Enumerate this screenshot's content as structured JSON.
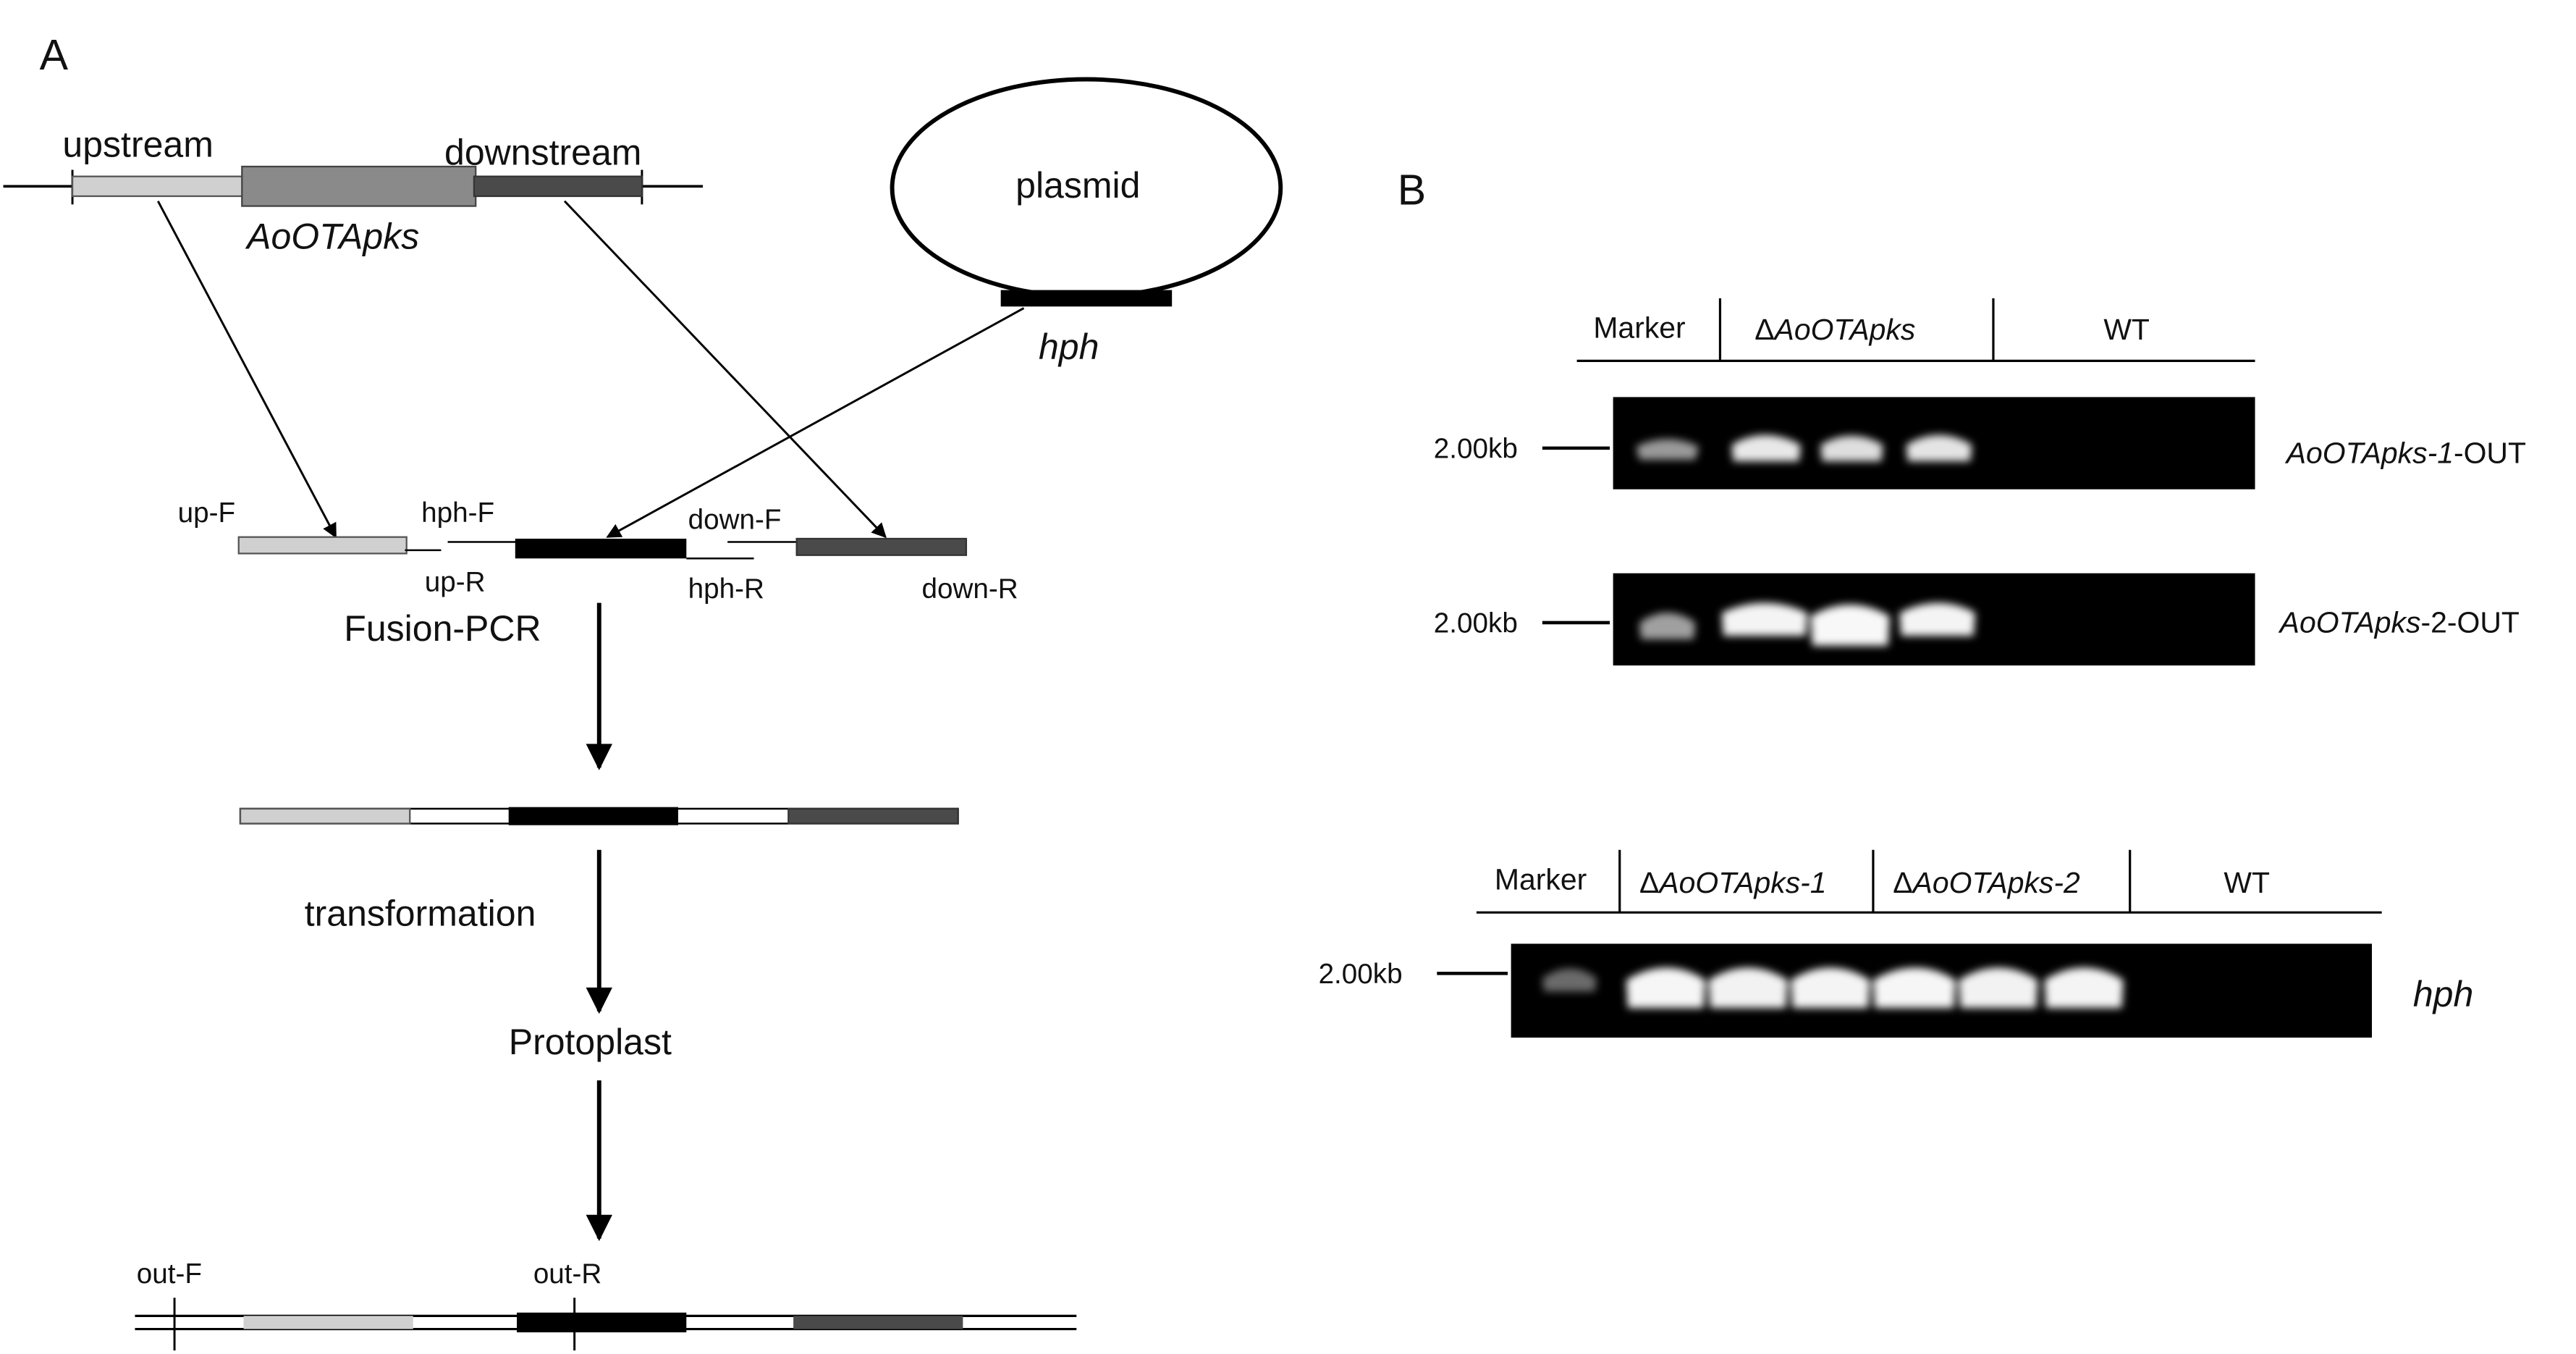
{
  "panelA": {
    "label": "A",
    "upstream": "upstream",
    "downstream": "downstream",
    "gene": "AoOTApks",
    "plasmid": "plasmid",
    "hph": "hph",
    "primers": {
      "upF": "up-F",
      "upR": "up-R",
      "hphF": "hph-F",
      "hphR": "hph-R",
      "downF": "down-F",
      "downR": "down-R",
      "outF": "out-F",
      "outR": "out-R"
    },
    "steps": {
      "fusion": "Fusion-PCR",
      "transformation": "transformation",
      "protoplast": "Protoplast"
    }
  },
  "panelB": {
    "label": "B",
    "gel1": {
      "lanes": {
        "marker": "Marker",
        "delta": "Δ",
        "mutant": "AoOTApks",
        "wt": "WT"
      },
      "size": "2.00kb",
      "rowLabel1": {
        "italic": "AoOTApks-1",
        "plain": "-OUT"
      },
      "rowLabel2": {
        "italic": "AoOTApks",
        "mid": "-2",
        "plain": "-OUT"
      }
    },
    "gel2": {
      "lanes": {
        "marker": "Marker",
        "delta1": "Δ",
        "mutant1": "AoOTApks-1",
        "delta2": "Δ",
        "mutant2": "AoOTApks-2",
        "wt": "WT"
      },
      "size": "2.00kb",
      "rowLabel": "hph"
    }
  },
  "colors": {
    "upstream_fragment": "#d0d0d0",
    "gene_fragment": "#8a8a8a",
    "downstream_fragment": "#4a4a4a",
    "hph_fragment": "#000000",
    "gel_background": "#000000",
    "band": "#ffffff"
  }
}
